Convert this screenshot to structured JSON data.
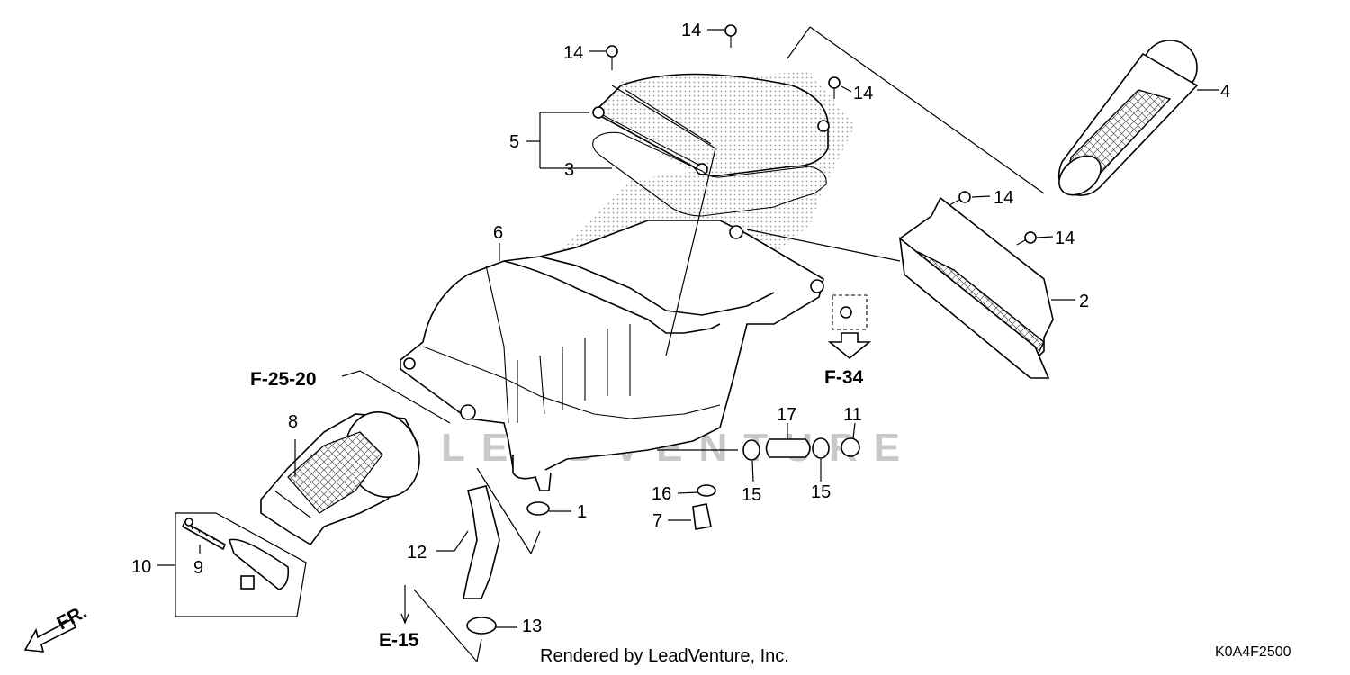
{
  "callouts": {
    "p1": "1",
    "p2": "2",
    "p3": "3",
    "p4": "4",
    "p5": "5",
    "p6": "6",
    "p7": "7",
    "p8": "8",
    "p9": "9",
    "p10": "10",
    "p11": "11",
    "p12": "12",
    "p13": "13",
    "p14": "14",
    "p15": "15",
    "p16": "16",
    "p17": "17"
  },
  "references": {
    "f2520": "F-25-20",
    "f34": "F-34",
    "e15": "E-15"
  },
  "direction_label": "FR.",
  "watermark": "LEADVENTURE",
  "credit": "Rendered by LeadVenture, Inc.",
  "diagram_code": "K0A4F2500"
}
